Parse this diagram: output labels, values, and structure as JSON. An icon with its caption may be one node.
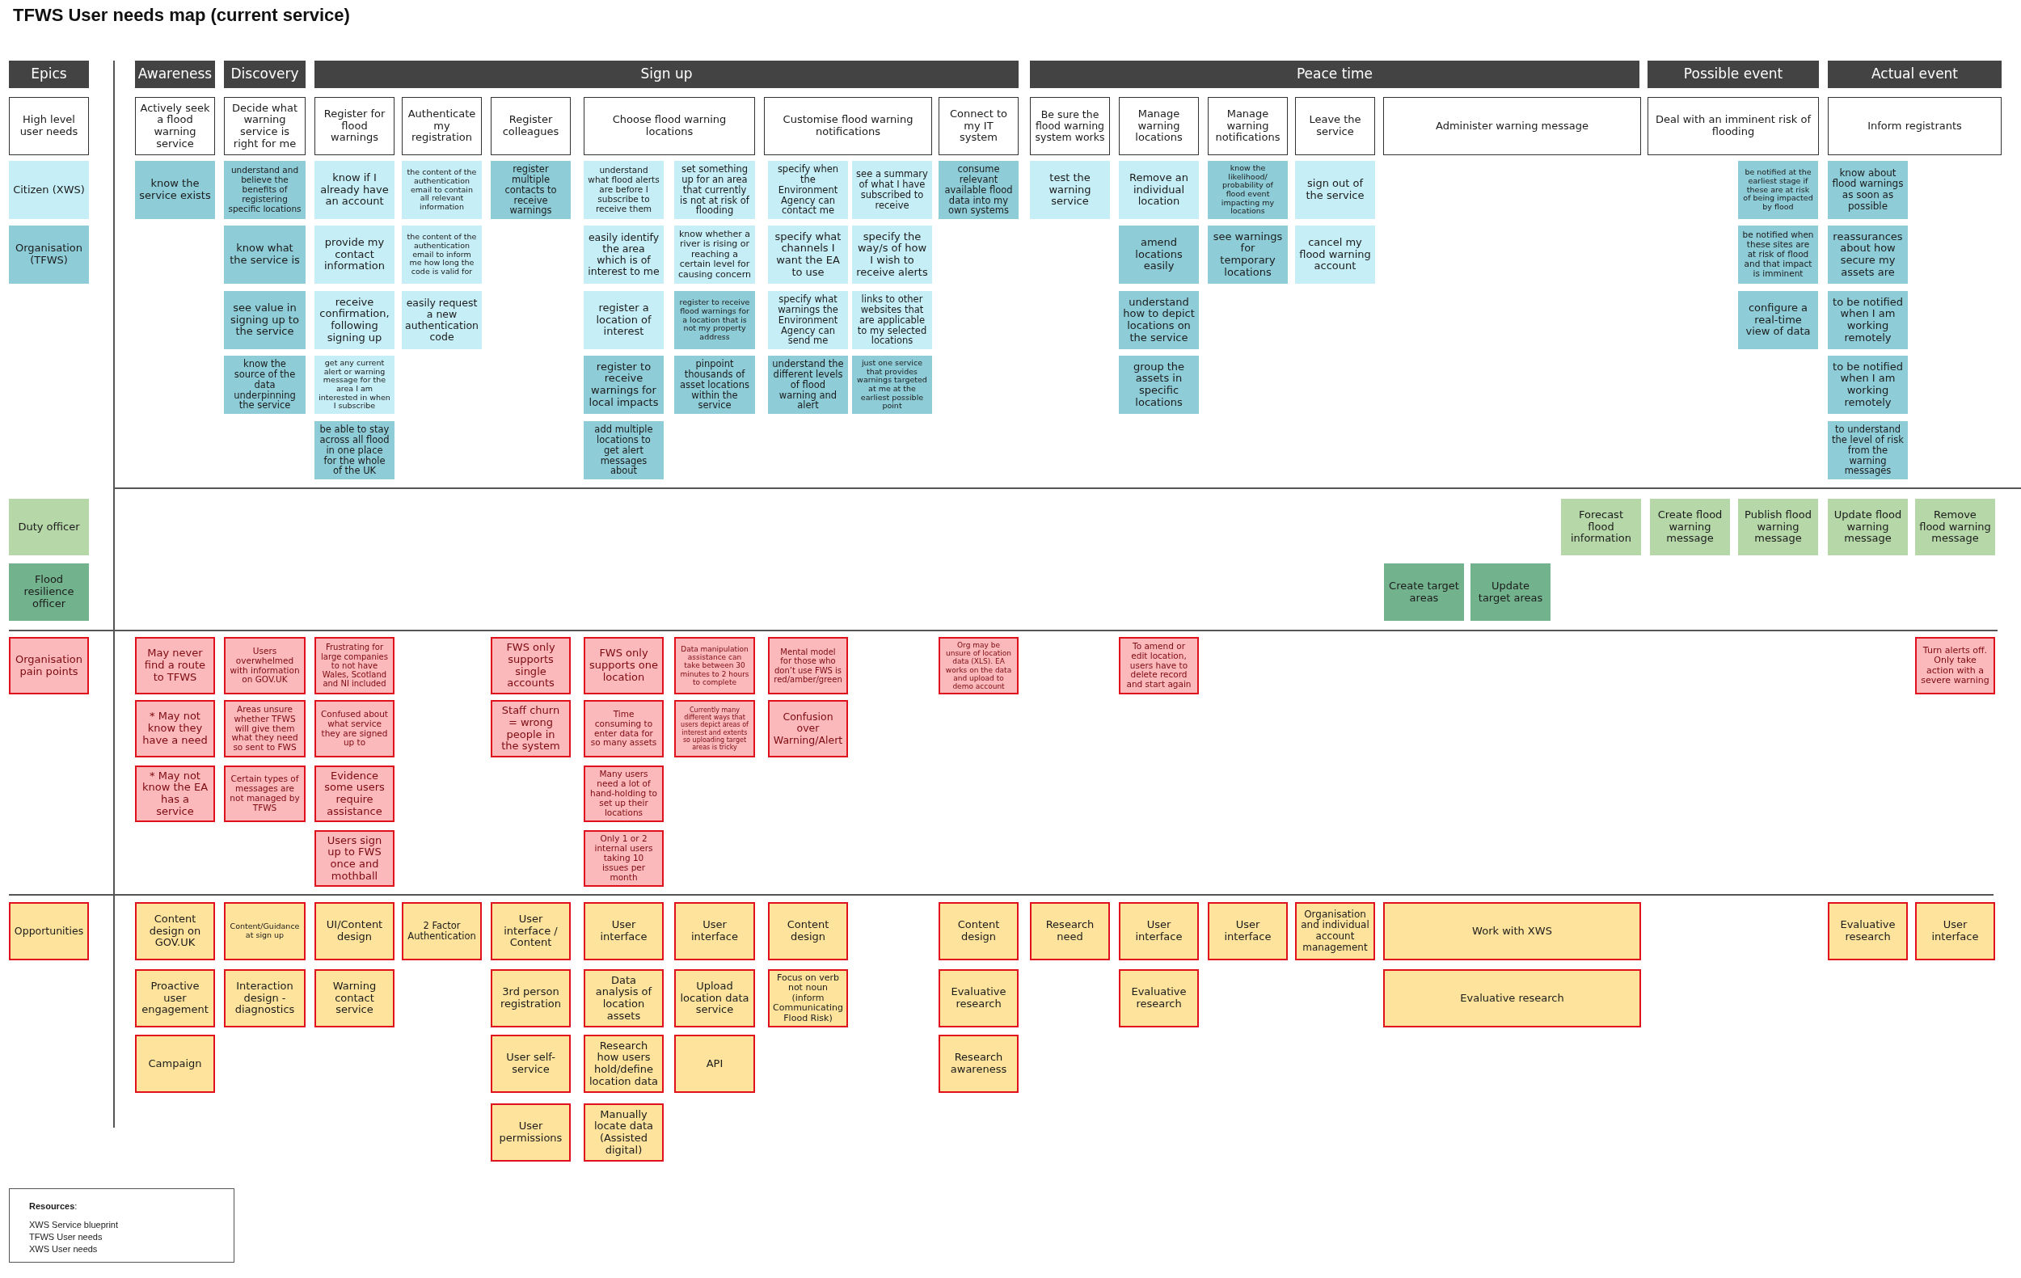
{
  "diagram": {
    "title": "TFWS User needs map (current service)",
    "nodes": [
      {
        "text": [
          "Epics"
        ]
      },
      {
        "text": [
          "Awareness"
        ]
      },
      {
        "text": [
          "Discovery"
        ]
      },
      {
        "text": [
          "Sign up"
        ]
      },
      {
        "text": [
          "Peace time"
        ]
      },
      {
        "text": [
          "Possible event"
        ]
      },
      {
        "text": [
          "Actual event"
        ]
      },
      {
        "text": [
          "High level user needs"
        ]
      },
      {
        "text": [
          "Actively seek a flood warning service"
        ]
      },
      {
        "text": [
          "Decide what warning service is right for me"
        ]
      },
      {
        "text": [
          "Register for flood warnings"
        ]
      },
      {
        "text": [
          "Authenticate my registration"
        ]
      },
      {
        "text": [
          "Register colleagues"
        ]
      },
      {
        "text": [
          "Choose flood warning locations"
        ]
      },
      {
        "text": [
          "Customise flood warning notifications"
        ]
      },
      {
        "text": [
          "Connect to my IT system"
        ]
      },
      {
        "text": [
          "Be sure the flood warning system works"
        ]
      },
      {
        "text": [
          "Manage warning locations"
        ]
      },
      {
        "text": [
          "Manage warning notifications"
        ]
      },
      {
        "text": [
          "Leave the service"
        ]
      },
      {
        "text": [
          "Administer warning message"
        ]
      },
      {
        "text": [
          "Deal with an imminent risk of flooding"
        ]
      },
      {
        "text": [
          "Inform registrants"
        ]
      },
      {
        "text": [
          "Citizen (XWS)"
        ]
      },
      {
        "text": [
          "know the service exists"
        ]
      },
      {
        "text": [
          "understand and believe the benefits of registering specific locations"
        ]
      },
      {
        "text": [
          "know if I already have an account"
        ]
      },
      {
        "text": [
          "the content of the authentication email to contain all relevant information"
        ]
      },
      {
        "text": [
          "register multiple contacts to receive warnings"
        ]
      },
      {
        "text": [
          "understand what flood alerts are before I subscribe to receive them"
        ]
      },
      {
        "text": [
          "set something up for an area that currently is not at risk of flooding"
        ]
      },
      {
        "text": [
          "specify when the Environment Agency can contact me"
        ]
      },
      {
        "text": [
          "see a summary of what I have subscribed to receive"
        ]
      },
      {
        "text": [
          "consume relevant available flood data into my own systems"
        ]
      },
      {
        "text": [
          "test the warning service"
        ]
      },
      {
        "text": [
          "Remove an individual location"
        ]
      },
      {
        "text": [
          "know the likelihood/ probability of flood event impacting my locations"
        ]
      },
      {
        "text": [
          "sign out of the service"
        ]
      },
      {
        "text": [
          "be notified at the earliest stage if these are at risk of being impacted by flood"
        ]
      },
      {
        "text": [
          "know about flood warnings as soon as possible"
        ]
      },
      {
        "text": [
          "Organisation (TFWS)"
        ]
      },
      {
        "text": [
          "know what the service is"
        ]
      },
      {
        "text": [
          "provide my contact information"
        ]
      },
      {
        "text": [
          "the content of the authentication email to inform me how long the code is valid for"
        ]
      },
      {
        "text": [
          "easily identify the area which is of interest to me"
        ]
      },
      {
        "text": [
          "know whether a river is rising or reaching a certain level for causing concern"
        ]
      },
      {
        "text": [
          "specify what channels I want the EA to use"
        ]
      },
      {
        "text": [
          "specify the way/s of how I wish to receive alerts"
        ]
      },
      {
        "text": [
          "amend locations easily"
        ]
      },
      {
        "text": [
          "see warnings for temporary locations"
        ]
      },
      {
        "text": [
          "cancel my flood warning account"
        ]
      },
      {
        "text": [
          "be notified when these sites are at risk of flood and that impact is imminent"
        ]
      },
      {
        "text": [
          "reassurances about how secure my assets are"
        ]
      },
      {
        "text": [
          "see value in signing up to the service"
        ]
      },
      {
        "text": [
          "receive confirmation, following signing up"
        ]
      },
      {
        "text": [
          "easily request a new authentication code"
        ]
      },
      {
        "text": [
          "register a location of interest"
        ]
      },
      {
        "text": [
          "register to receive flood warnings for a location that is not my property address"
        ]
      },
      {
        "text": [
          "specify what warnings the Environment Agency can send me"
        ]
      },
      {
        "text": [
          "links to other websites that are applicable to my selected locations"
        ]
      },
      {
        "text": [
          "understand how to depict locations on the service"
        ]
      },
      {
        "text": [
          "configure a real-time view of data"
        ]
      },
      {
        "text": [
          "to be notified when I am working remotely"
        ]
      },
      {
        "text": [
          "know the source of the data underpinning the service"
        ]
      },
      {
        "text": [
          "get any current alert or warning message for the area I am interested in when I subscribe"
        ]
      },
      {
        "text": [
          "register to receive warnings for local impacts"
        ]
      },
      {
        "text": [
          "pinpoint thousands of asset locations within the service"
        ]
      },
      {
        "text": [
          "understand the different levels of flood warning and alert"
        ]
      },
      {
        "text": [
          "just one service that provides warnings targeted at me at the earliest possible point"
        ]
      },
      {
        "text": [
          "group the assets in specific locations"
        ]
      },
      {
        "text": [
          "to be notified when I am working remotely"
        ]
      },
      {
        "text": [
          "be able to stay across all flood in one place for the whole of the UK"
        ]
      },
      {
        "text": [
          "add multiple locations to get alert messages about"
        ]
      },
      {
        "text": [
          "to understand the level of risk from the warning messages"
        ]
      },
      {
        "text": [
          "Duty officer"
        ]
      },
      {
        "text": [
          "Forecast flood information"
        ]
      },
      {
        "text": [
          "Create flood warning message"
        ]
      },
      {
        "text": [
          "Publish flood warning message"
        ]
      },
      {
        "text": [
          "Update flood warning message"
        ]
      },
      {
        "text": [
          "Remove flood warning message"
        ]
      },
      {
        "text": [
          "Flood resilience officer"
        ]
      },
      {
        "text": [
          "Create target areas"
        ]
      },
      {
        "text": [
          "Update target areas"
        ]
      },
      {
        "text": [
          "Organisation pain points"
        ]
      },
      {
        "text": [
          "May never find a route to TFWS"
        ]
      },
      {
        "text": [
          "Users overwhelmed with information on GOV.UK"
        ]
      },
      {
        "text": [
          "Frustrating for large companies to not have Wales, Scotland and NI included"
        ]
      },
      {
        "text": [
          "FWS only supports single accounts"
        ]
      },
      {
        "text": [
          "FWS only supports one location"
        ]
      },
      {
        "text": [
          "Data manipulation assistance can take between 30 minutes to 2 hours to complete"
        ]
      },
      {
        "text": [
          "Mental model for those who don’t use FWS is red/amber/green"
        ]
      },
      {
        "text": [
          "Org may be unsure of location data (XLS). EA works on the data and upload to demo account"
        ]
      },
      {
        "text": [
          "To amend or edit location, users have to delete record and start again"
        ]
      },
      {
        "text": [
          "Turn alerts off. Only take action with a severe warning"
        ]
      },
      {
        "text": [
          "* May not know they have a need"
        ]
      },
      {
        "text": [
          "Areas unsure whether TFWS will give them what they need so sent to FWS"
        ]
      },
      {
        "text": [
          "Confused about what service they are signed up to"
        ]
      },
      {
        "text": [
          "Staff churn = wrong people in the system"
        ]
      },
      {
        "text": [
          "Time consuming to enter data for so many assets"
        ]
      },
      {
        "text": [
          "Currently many different ways that users depict areas of interest and extents so uploading target areas is tricky"
        ]
      },
      {
        "text": [
          "Confusion over Warning/Alert"
        ]
      },
      {
        "text": [
          "* May not know the EA has a service"
        ]
      },
      {
        "text": [
          "Certain types of messages are not managed by TFWS"
        ]
      },
      {
        "text": [
          "Evidence some users require assistance"
        ]
      },
      {
        "text": [
          "Many users need a lot of hand-holding to set up their locations"
        ]
      },
      {
        "text": [
          "Users sign up to FWS once and mothball"
        ]
      },
      {
        "text": [
          "Only 1 or 2 internal users taking 10 issues per month"
        ]
      },
      {
        "text": [
          "Opportunities"
        ]
      },
      {
        "text": [
          "Content design on GOV.UK"
        ]
      },
      {
        "text": [
          "Content/Guidance at sign up"
        ]
      },
      {
        "text": [
          "UI/Content design"
        ]
      },
      {
        "text": [
          "2 Factor Authentication"
        ]
      },
      {
        "text": [
          "User interface / Content"
        ]
      },
      {
        "text": [
          "User interface"
        ]
      },
      {
        "text": [
          "User interface"
        ]
      },
      {
        "text": [
          "Content design"
        ]
      },
      {
        "text": [
          "Content design"
        ]
      },
      {
        "text": [
          "Research need"
        ]
      },
      {
        "text": [
          "User interface"
        ]
      },
      {
        "text": [
          "User interface"
        ]
      },
      {
        "text": [
          "Organisation and individual account management"
        ]
      },
      {
        "text": [
          "Work with XWS"
        ]
      },
      {
        "text": [
          "Evaluative research"
        ]
      },
      {
        "text": [
          "User interface"
        ]
      },
      {
        "text": [
          "Proactive user engagement"
        ]
      },
      {
        "text": [
          "Interaction design - diagnostics"
        ]
      },
      {
        "text": [
          "Warning contact service"
        ]
      },
      {
        "text": [
          "3rd person registration"
        ]
      },
      {
        "text": [
          "Data analysis of location assets"
        ]
      },
      {
        "text": [
          "Upload location data service"
        ]
      },
      {
        "text": [
          "Focus on verb not noun (inform Communicating Flood Risk)"
        ]
      },
      {
        "text": [
          "Evaluative research"
        ]
      },
      {
        "text": [
          "Evaluative research"
        ]
      },
      {
        "text": [
          "Evaluative research"
        ]
      },
      {
        "text": [
          "Campaign"
        ]
      },
      {
        "text": [
          "User self-service"
        ]
      },
      {
        "text": [
          "Research how users hold/define location data"
        ]
      },
      {
        "text": [
          "API"
        ]
      },
      {
        "text": [
          "Research awareness"
        ]
      },
      {
        "text": [
          "User permissions"
        ]
      },
      {
        "text": [
          "Manually locate data (Assisted digital)"
        ]
      },
      {
        "text": [
          "**Resources**:",
          "XWS Service blueprint",
          "TFWS User needs",
          "XWS User needs"
        ]
      }
    ]
  }
}
